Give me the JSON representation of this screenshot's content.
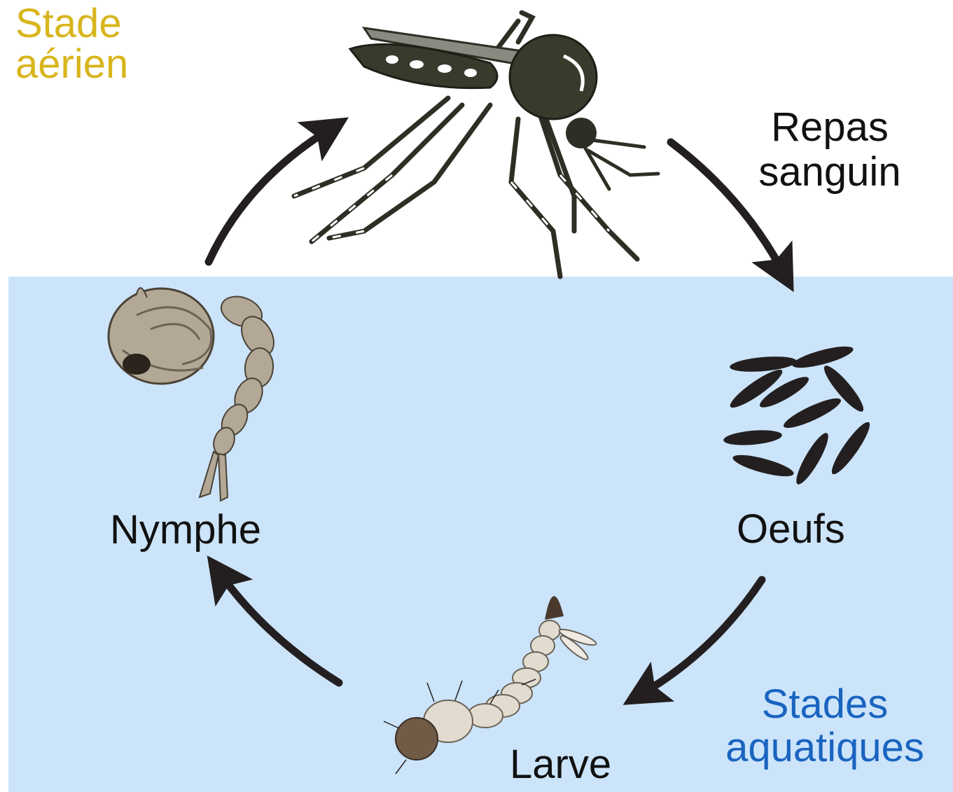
{
  "labels": {
    "aerial_stage": [
      "Stade",
      "aérien"
    ],
    "blood_meal": [
      "Repas",
      "sanguin"
    ],
    "eggs": "Oeufs",
    "pupa": "Nymphe",
    "larva": "Larve",
    "aquatic_stages": [
      "Stades",
      "aquatiques"
    ]
  },
  "colors": {
    "water": "#cce4fa",
    "aerial_label": "#d8b51c",
    "aquatic_label": "#1a64c0",
    "arrow": "#231f20",
    "egg": "#231f20",
    "mosquito_body": "#3a3a2c",
    "pupa_body": "#b3a896",
    "larva_body": "#e2dbcf"
  },
  "icons": {
    "adult": "adult-mosquito-icon",
    "eggs": "eggs-icon",
    "larva": "larva-icon",
    "pupa": "pupa-icon"
  }
}
